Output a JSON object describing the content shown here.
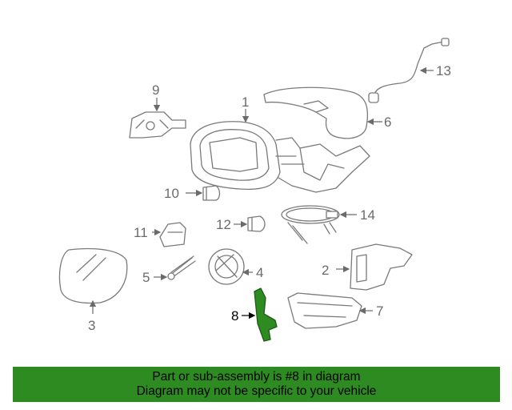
{
  "callouts": {
    "c1": "1",
    "c2": "2",
    "c3": "3",
    "c4": "4",
    "c5": "5",
    "c6": "6",
    "c7": "7",
    "c8": "8",
    "c9": "9",
    "c10": "10",
    "c11": "11",
    "c12": "12",
    "c13": "13",
    "c14": "14"
  },
  "highlight": {
    "part": "8",
    "color": "#2e8b22"
  },
  "banner": {
    "line1": "Part or sub-assembly is #8 in diagram",
    "line2": "Diagram may not be specific to your vehicle",
    "background": "#2e8b22"
  }
}
